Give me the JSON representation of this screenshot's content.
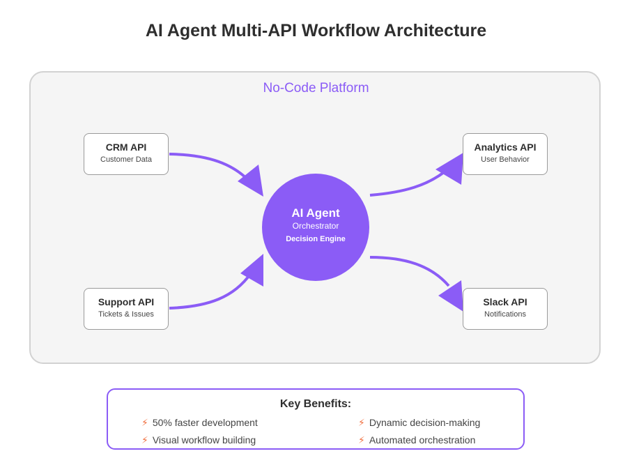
{
  "title": "AI Agent Multi-API Workflow Architecture",
  "platform_label": "No-Code Platform",
  "agent": {
    "name": "AI Agent",
    "role": "Orchestrator",
    "engine": "Decision Engine"
  },
  "apis": [
    {
      "name": "CRM API",
      "desc": "Customer Data"
    },
    {
      "name": "Support API",
      "desc": "Tickets & Issues"
    },
    {
      "name": "Analytics API",
      "desc": "User Behavior"
    },
    {
      "name": "Slack API",
      "desc": "Notifications"
    }
  ],
  "benefits": {
    "title": "Key Benefits:",
    "items": [
      "50% faster development",
      "Visual workflow building",
      "Dynamic decision-making",
      "Automated orchestration"
    ]
  },
  "colors": {
    "accent": "#8b5cf6",
    "bolt": "#f07040"
  },
  "icons": {
    "bolt": "lightning-bolt-icon"
  }
}
